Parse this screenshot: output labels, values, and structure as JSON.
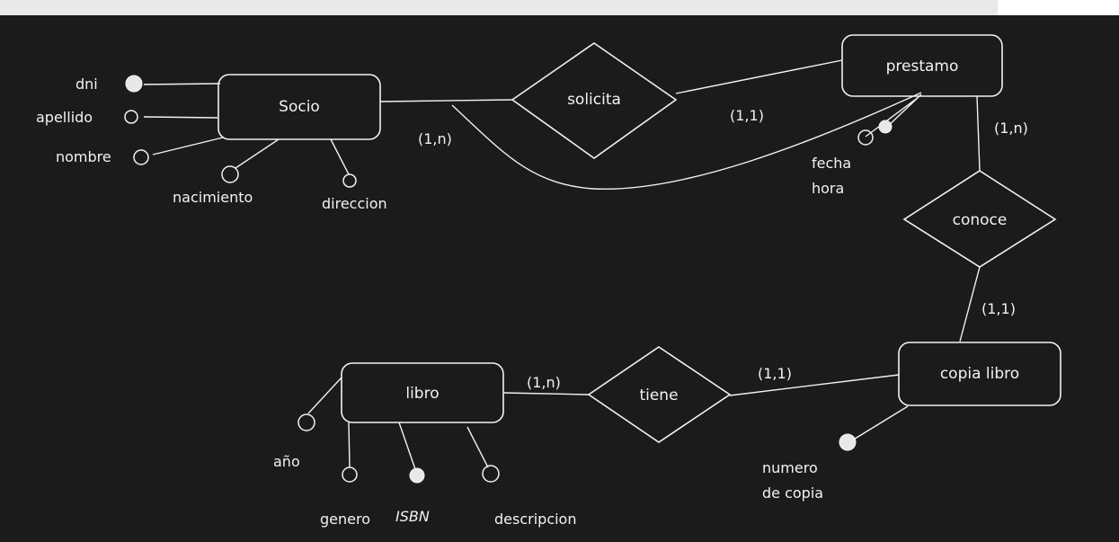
{
  "entities": {
    "socio": "Socio",
    "prestamo": "prestamo",
    "copia_libro": "copia libro",
    "libro": "libro"
  },
  "relationships": {
    "solicita": "solicita",
    "conoce": "conoce",
    "tiene": "tiene"
  },
  "attributes": {
    "dni": "dni",
    "apellido": "apellido",
    "nombre": "nombre",
    "nacimiento": "nacimiento",
    "direccion": "direccion",
    "fecha": "fecha",
    "hora": "hora",
    "numero": "numero",
    "de_copia": "de copia",
    "anio": "año",
    "genero": "genero",
    "isbn": "ISBN",
    "descripcion": "descripcion"
  },
  "cardinalities": {
    "socio_solicita": "(1,n)",
    "solicita_prestamo": "(1,1)",
    "prestamo_conoce": "(1,n)",
    "conoce_copia": "(1,1)",
    "libro_tiene": "(1,n)",
    "tiene_copia": "(1,1)"
  },
  "colors": {
    "canvas": "#1b1b1b",
    "stroke": "#f2f2f2",
    "topbar": "#e9e9e9"
  }
}
